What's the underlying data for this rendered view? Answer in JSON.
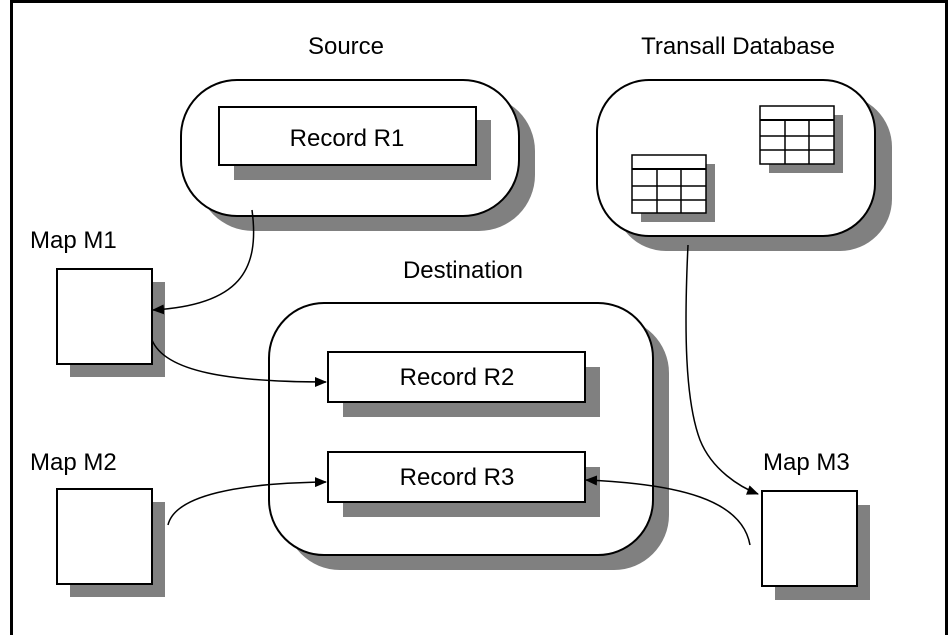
{
  "source": {
    "title": "Source",
    "record": "Record R1"
  },
  "database": {
    "title": "Transall Database"
  },
  "destination": {
    "title": "Destination",
    "records": [
      "Record R2",
      "Record R3"
    ]
  },
  "maps": [
    "Map M1",
    "Map M2",
    "Map M3"
  ]
}
